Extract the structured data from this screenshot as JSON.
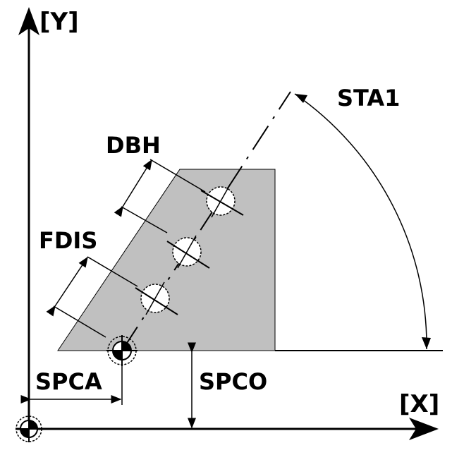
{
  "diagram": {
    "axis_x_label": "[X]",
    "axis_y_label": "[Y]",
    "labels": {
      "sta1": "STA1",
      "dbh": "DBH",
      "fdis": "FDIS",
      "spca": "SPCA",
      "spco": "SPCO"
    },
    "colors": {
      "workpiece_fill": "#c0c0c0",
      "hole_fill": "#ffffff",
      "line": "#000000"
    },
    "hole_count": 3
  }
}
